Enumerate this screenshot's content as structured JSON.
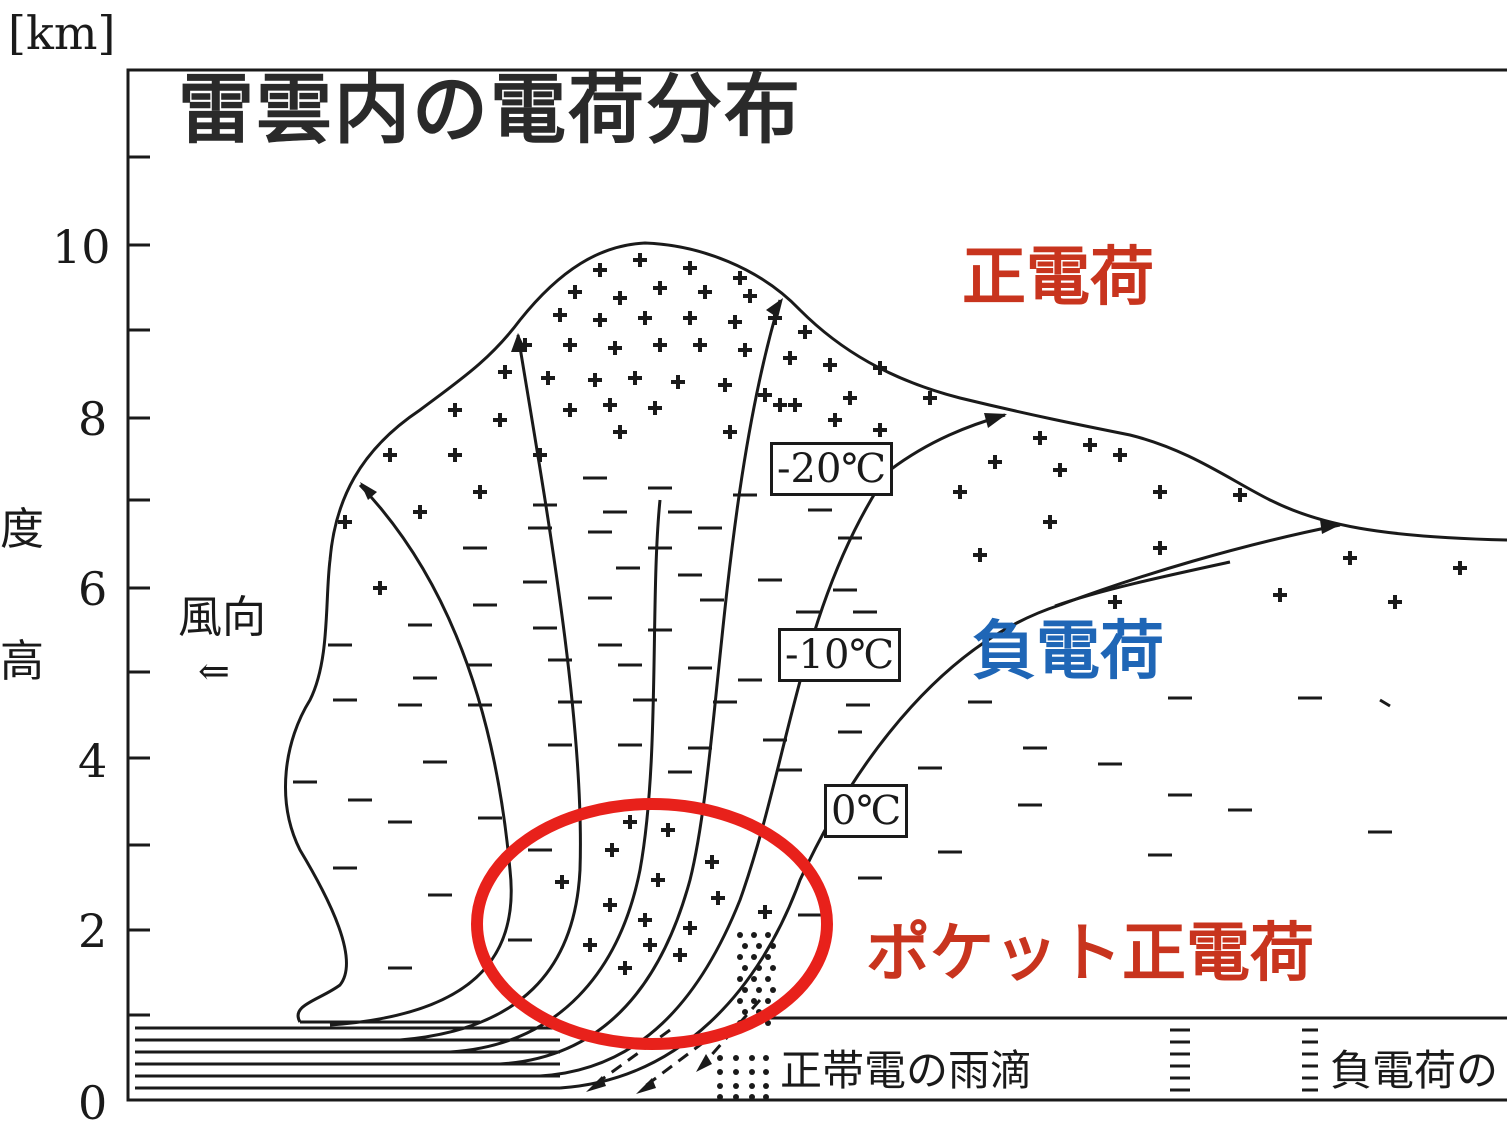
{
  "title": "雷雲内の電荷分布",
  "axis": {
    "unit": "[km]",
    "ylabel_parts": [
      "高",
      "度"
    ],
    "ticks": [
      "10",
      "8",
      "6",
      "4",
      "2",
      "0"
    ]
  },
  "wind": {
    "label": "風向",
    "arrow": "⇐"
  },
  "temperatures": [
    "-20℃",
    "-10℃",
    "0℃"
  ],
  "regions": {
    "positive": "正電荷",
    "negative": "負電荷",
    "pocket_positive": "ポケット正電荷"
  },
  "legend": {
    "positive_rain": "正帯電の雨滴",
    "negative_rain": "負電荷の"
  },
  "colors": {
    "red": "#c8341e",
    "blue": "#1f66b6",
    "highlight_ellipse": "#e8211b",
    "ink": "#1a1a1a"
  }
}
